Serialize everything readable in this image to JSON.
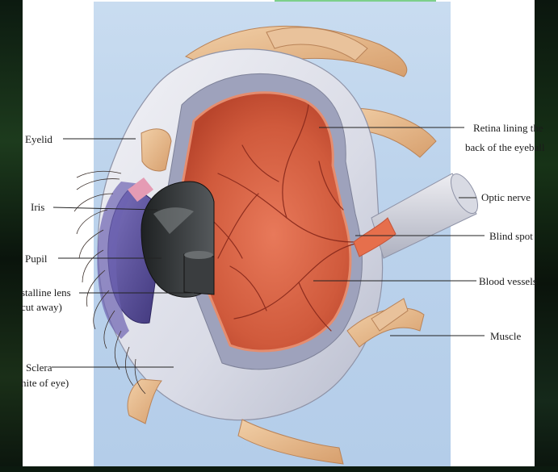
{
  "labels": {
    "eyelid": "Eyelid",
    "iris": "Iris",
    "pupil": "Pupil",
    "lens_line1": "stalline lens",
    "lens_line2": "cut away)",
    "sclera_line1": "Sclera",
    "sclera_line2": "hite of eye)",
    "retina_line1": "Retina lining the",
    "retina_line2": "back of the eyeball",
    "optic_nerve": "Optic nerve",
    "blind_spot": "Blind spot",
    "blood_vessels": "Blood vessels",
    "muscle": "Muscle"
  },
  "colors": {
    "background_panel": "#bcd3ec",
    "sclera": "#e4e6ee",
    "choroid": "#9b9fb8",
    "retina_interior": "#d2613f",
    "retina_edge": "#e8886a",
    "iris": "#5b4fa3",
    "lens": "#2e3133",
    "muscle": "#e7b98c",
    "vessel": "#8e2d1e"
  }
}
